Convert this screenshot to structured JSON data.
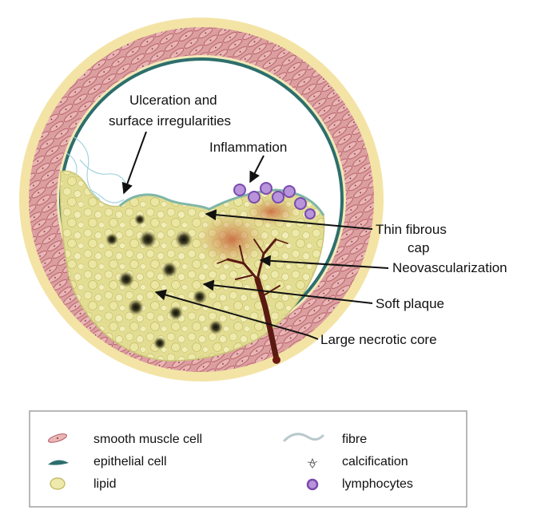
{
  "labels": {
    "ulceration_line1": "Ulceration and",
    "ulceration_line2": "surface irregularities",
    "inflammation": "Inflammation",
    "thin_cap_line1": "Thin fibrous",
    "thin_cap_line2": "cap",
    "neovascularization": "Neovascularization",
    "soft_plaque": "Soft plaque",
    "necrotic_core": "Large necrotic core"
  },
  "legend": {
    "items": [
      {
        "label": "smooth muscle cell",
        "icon": "smooth-muscle-cell-icon"
      },
      {
        "label": "epithelial cell",
        "icon": "epithelial-cell-icon"
      },
      {
        "label": "lipid",
        "icon": "lipid-icon"
      },
      {
        "label": "fibre",
        "icon": "fibre-icon"
      },
      {
        "label": "calcification",
        "icon": "calcification-icon"
      },
      {
        "label": "lymphocytes",
        "icon": "lymphocyte-icon"
      }
    ]
  },
  "colors": {
    "outer_rim": "#f3e4a6",
    "muscle_wall": "#d99a9b",
    "muscle_cell": "#c47279",
    "lumen": "#ffffff",
    "endothelium": "#2d6f6c",
    "plaque": "#e3df97",
    "necrotic_spot": "#1a1a12",
    "lymphocyte": "#9a6bc6",
    "vessel": "#7a1c14"
  }
}
